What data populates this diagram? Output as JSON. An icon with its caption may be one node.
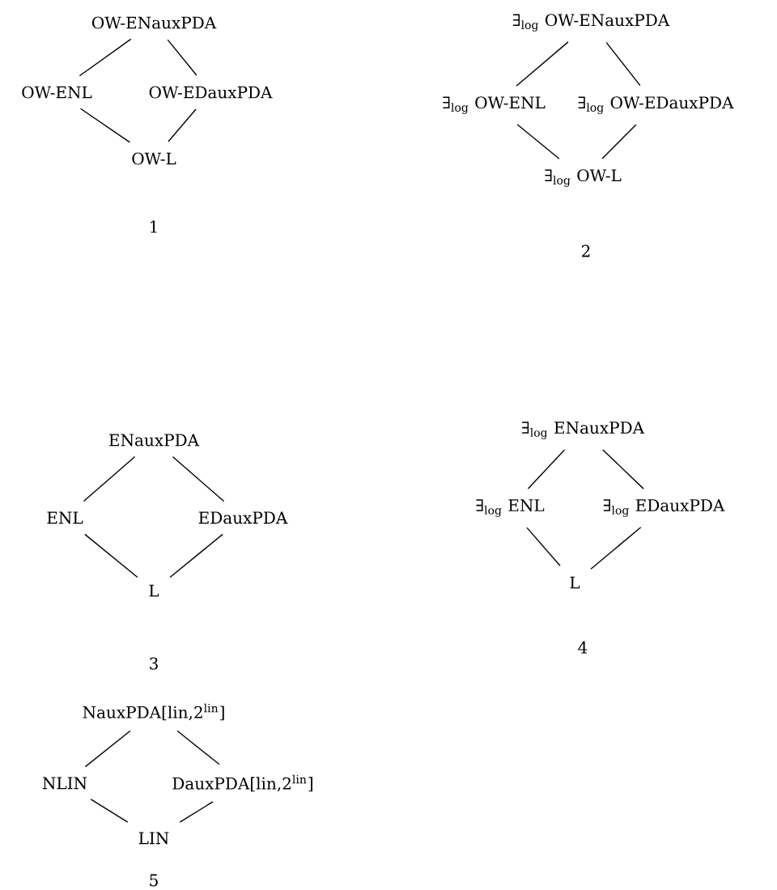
{
  "diagram": {
    "nodes": [
      {
        "text": [
          "OW-ENauxPDA"
        ]
      },
      {
        "text": [
          "OW-ENL"
        ]
      },
      {
        "text": [
          "OW-EDauxPDA"
        ]
      },
      {
        "text": [
          "OW-L"
        ]
      },
      {
        "text": [
          "∃$_{log}$ OW-ENauxPDA"
        ]
      },
      {
        "text": [
          "∃$_{log}$ OW-ENL"
        ]
      },
      {
        "text": [
          "∃$_{log}$ OW-EDauxPDA"
        ]
      },
      {
        "text": [
          "∃$_{log}$ OW-L"
        ]
      },
      {
        "text": [
          "ENauxPDA"
        ]
      },
      {
        "text": [
          "ENL"
        ]
      },
      {
        "text": [
          "EDauxPDA"
        ]
      },
      {
        "text": [
          "L"
        ]
      },
      {
        "text": [
          "∃$_{log}$ ENauxPDA"
        ]
      },
      {
        "text": [
          "∃$_{log}$ ENL"
        ]
      },
      {
        "text": [
          "∃$_{log}$ EDauxPDA"
        ]
      },
      {
        "text": [
          "L"
        ]
      },
      {
        "text": [
          "NauxPDA[lin,2$^{lin}$]"
        ]
      },
      {
        "text": [
          "NLIN"
        ]
      },
      {
        "text": [
          "DauxPDA[lin,2$^{lin}$]"
        ]
      },
      {
        "text": [
          "LIN"
        ]
      }
    ],
    "edges": [
      {
        "from": 0,
        "to": 1,
        "arrow": "none"
      },
      {
        "from": 0,
        "to": 2,
        "arrow": "none"
      },
      {
        "from": 1,
        "to": 3,
        "arrow": "none"
      },
      {
        "from": 2,
        "to": 3,
        "arrow": "none"
      },
      {
        "from": 4,
        "to": 5,
        "arrow": "none"
      },
      {
        "from": 4,
        "to": 6,
        "arrow": "none"
      },
      {
        "from": 5,
        "to": 7,
        "arrow": "none"
      },
      {
        "from": 6,
        "to": 7,
        "arrow": "none"
      },
      {
        "from": 8,
        "to": 9,
        "arrow": "none"
      },
      {
        "from": 8,
        "to": 10,
        "arrow": "none"
      },
      {
        "from": 9,
        "to": 11,
        "arrow": "none"
      },
      {
        "from": 10,
        "to": 11,
        "arrow": "none"
      },
      {
        "from": 12,
        "to": 13,
        "arrow": "none"
      },
      {
        "from": 12,
        "to": 14,
        "arrow": "none"
      },
      {
        "from": 13,
        "to": 15,
        "arrow": "none"
      },
      {
        "from": 14,
        "to": 15,
        "arrow": "none"
      },
      {
        "from": 16,
        "to": 17,
        "arrow": "none"
      },
      {
        "from": 16,
        "to": 18,
        "arrow": "none"
      },
      {
        "from": 17,
        "to": 19,
        "arrow": "none"
      },
      {
        "from": 18,
        "to": 19,
        "arrow": "none"
      }
    ],
    "labels": [
      "1",
      "2",
      "3",
      "4",
      "5"
    ]
  }
}
